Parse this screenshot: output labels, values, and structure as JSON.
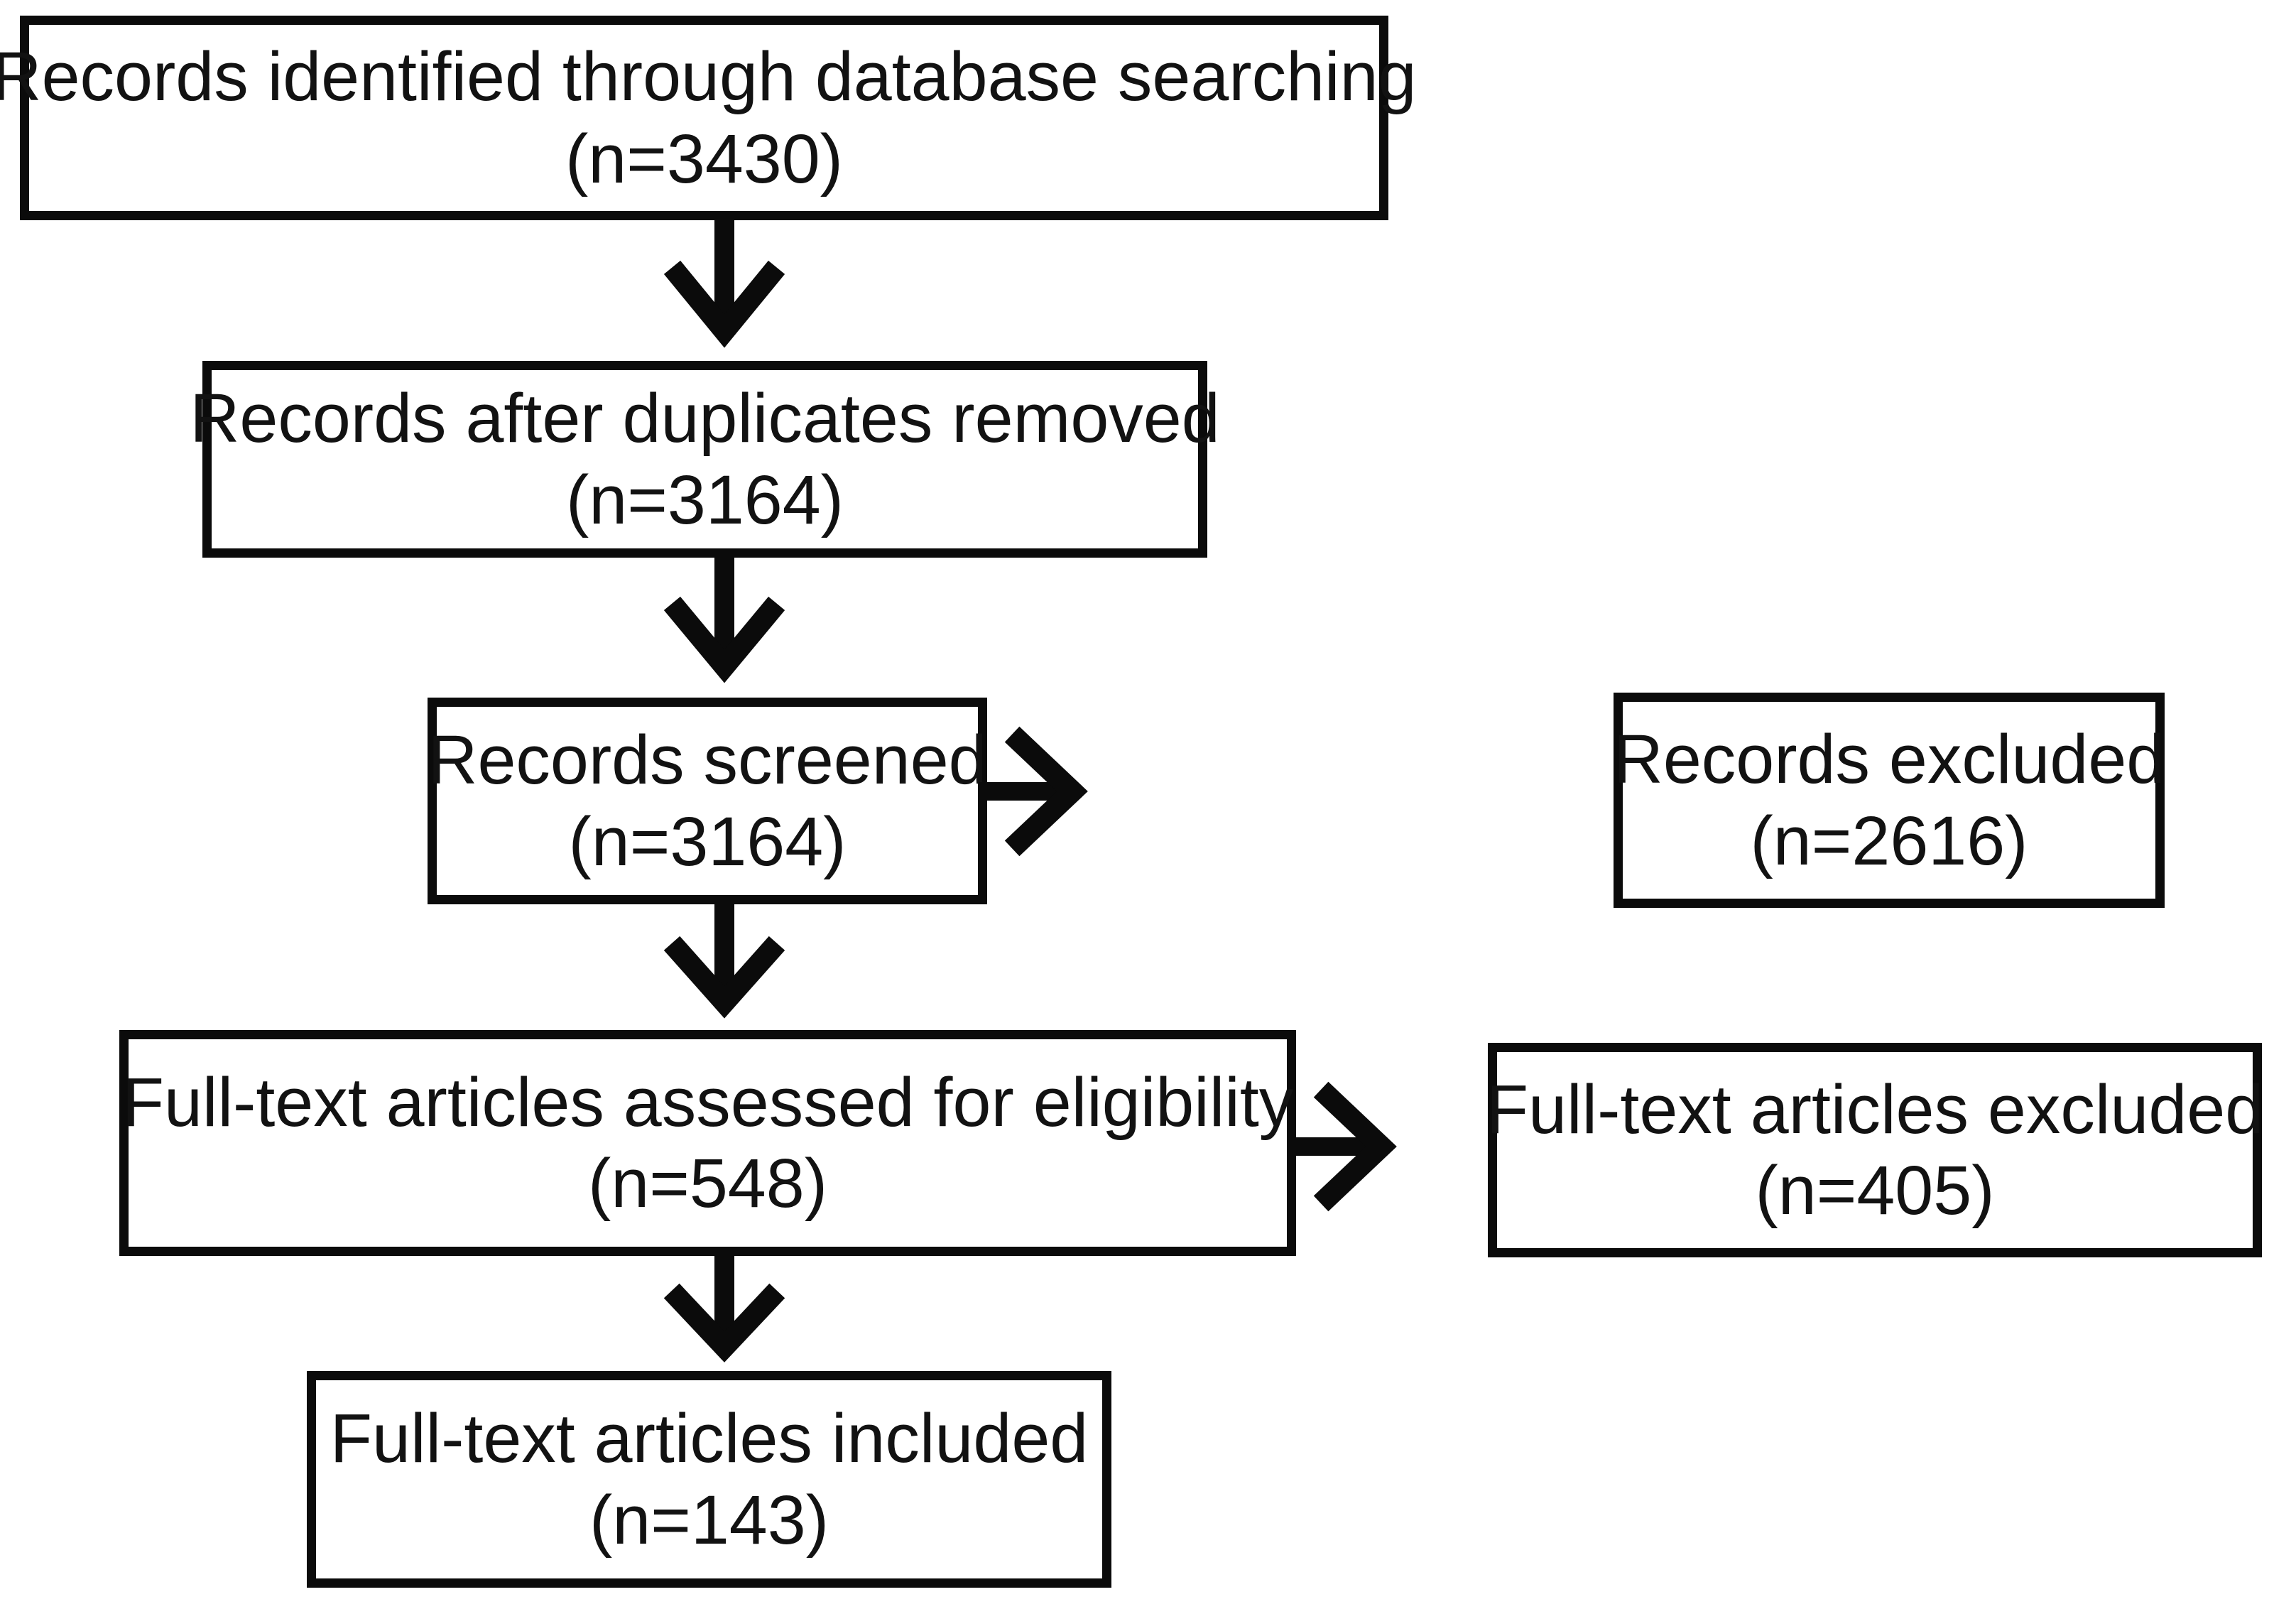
{
  "diagram": {
    "type": "prisma-flow-diagram",
    "orientation": "top-to-bottom",
    "background_color": "#ffffff",
    "box_border_color": "#0b0b0b",
    "text_color": "#121212"
  },
  "nodes": {
    "identified": {
      "label": "Records identified through database searching",
      "count_label": "(n=3430)",
      "count": 3430
    },
    "duplicates_removed": {
      "label": "Records after duplicates removed",
      "count_label": "(n=3164)",
      "count": 3164
    },
    "screened": {
      "label": "Records screened",
      "count_label": "(n=3164)",
      "count": 3164
    },
    "records_excluded": {
      "label": "Records excluded",
      "count_label": "(n=2616)",
      "count": 2616
    },
    "assessed": {
      "label": "Full-text articles assessed for eligibility",
      "count_label": "(n=548)",
      "count": 548
    },
    "fulltext_excluded": {
      "label": "Full-text articles excluded",
      "count_label": "(n=405)",
      "count": 405
    },
    "included": {
      "label": "Full-text articles included",
      "count_label": "(n=143)",
      "count": 143
    }
  },
  "connectors": [
    {
      "name": "identified-to-duplicates",
      "direction": "down",
      "icon": "arrow-down-icon"
    },
    {
      "name": "duplicates-to-screened",
      "direction": "down",
      "icon": "arrow-down-icon"
    },
    {
      "name": "screened-to-assessed",
      "direction": "down",
      "icon": "arrow-down-icon"
    },
    {
      "name": "assessed-to-included",
      "direction": "down",
      "icon": "arrow-down-icon"
    },
    {
      "name": "screened-to-records-excluded",
      "direction": "right",
      "icon": "arrow-right-icon"
    },
    {
      "name": "assessed-to-fulltext-excluded",
      "direction": "right",
      "icon": "arrow-right-icon"
    }
  ]
}
